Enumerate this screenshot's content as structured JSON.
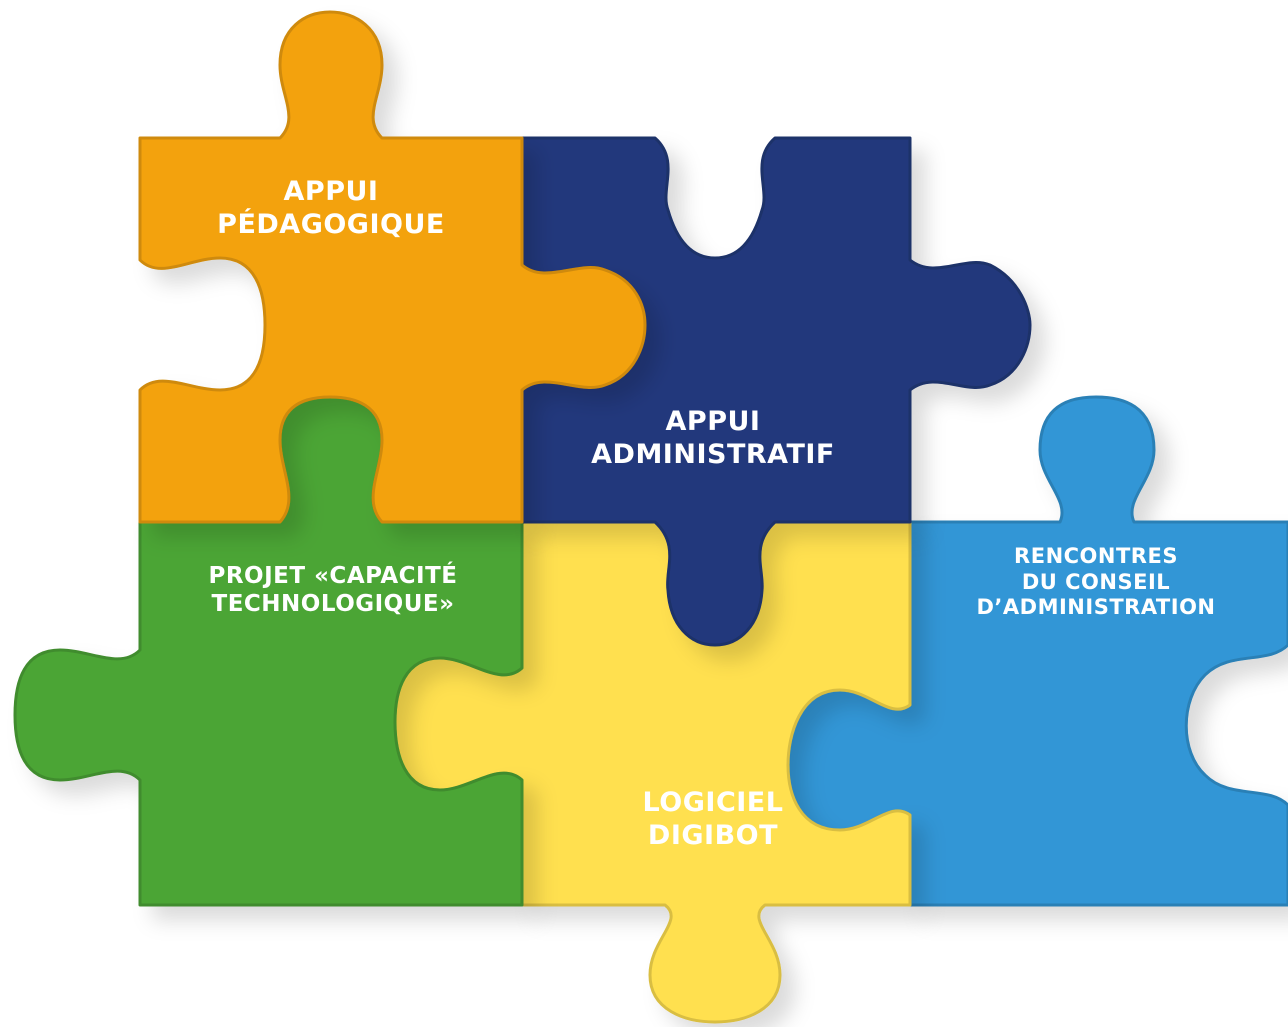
{
  "pieces": [
    {
      "id": "orange",
      "color": "#F3A20B",
      "lines": [
        "APPUI",
        "PÉDAGOGIQUE"
      ]
    },
    {
      "id": "navy",
      "color": "#24397B",
      "lines": [
        "APPUI",
        "ADMINISTRATIF"
      ]
    },
    {
      "id": "green",
      "color": "#4BA535",
      "lines": [
        "PROJET «CAPACITÉ",
        "TECHNOLOGIQUE»"
      ]
    },
    {
      "id": "yellow",
      "color": "#FFE04F",
      "lines": [
        "LOGICIEL",
        "DIGIBOT"
      ]
    },
    {
      "id": "blue",
      "color": "#3196D6",
      "lines": [
        "RENCONTRES",
        "DU CONSEIL",
        "D’ADMINISTRATION"
      ]
    }
  ]
}
